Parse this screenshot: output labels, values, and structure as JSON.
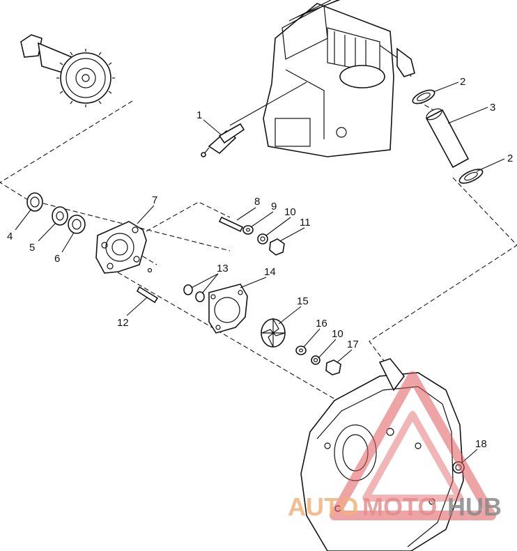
{
  "callouts": {
    "c1": "1",
    "c2a": "2",
    "c3": "3",
    "c2b": "2",
    "c4": "4",
    "c5": "5",
    "c6": "6",
    "c7": "7",
    "c8": "8",
    "c9": "9",
    "c10a": "10",
    "c11": "11",
    "c12": "12",
    "c13": "13",
    "c14": "14",
    "c15": "15",
    "c16": "16",
    "c10b": "10",
    "c17": "17",
    "c18": "18"
  },
  "watermark": {
    "part1": "AUTO",
    "part2": "MOTO",
    "part3": "HUB",
    "colors": {
      "auto": "#f2b27a",
      "moto": "#e58a8a",
      "hub": "#8a8a8a",
      "triangle": "#e05a5a"
    }
  }
}
